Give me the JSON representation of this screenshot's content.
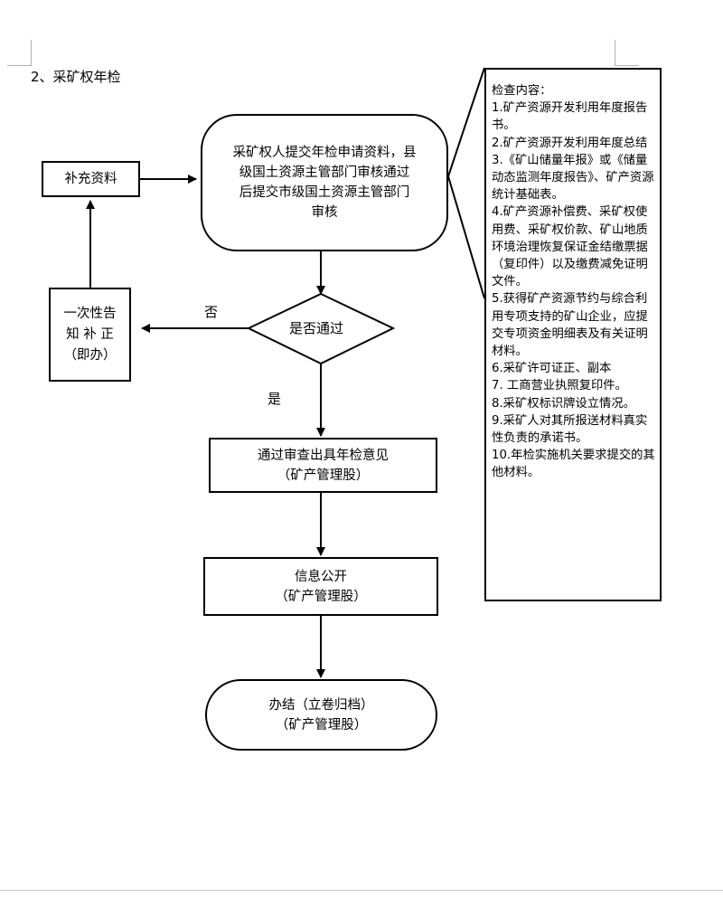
{
  "section_title": "2、采矿权年检",
  "nodes": {
    "apply": {
      "lines": [
        "采矿权人提交年检申请资料，县",
        "级国土资源主管部门审核通过",
        "后提交市级国土资源主管部门",
        "审核"
      ]
    },
    "supplement": {
      "label": "补充资料"
    },
    "notify": {
      "lines": [
        "一次性告",
        "知 补 正",
        "（即办）"
      ]
    },
    "decision": {
      "label": "是否通过"
    },
    "review": {
      "lines": [
        "通过审查出具年检意见",
        "（矿产管理股）"
      ]
    },
    "publish": {
      "lines": [
        "信息公开",
        "（矿产管理股）"
      ]
    },
    "finish": {
      "lines": [
        "办结（立卷归档）",
        "（矿产管理股）"
      ]
    }
  },
  "edge_labels": {
    "no": "否",
    "yes": "是"
  },
  "checklist": {
    "title": "检查内容：",
    "items": [
      "1.矿产资源开发利用年度报告书。",
      "2.矿产资源开发利用年度总结",
      "3.《矿山储量年报》或《储量动态监测年度报告》、矿产资源统计基础表。",
      "4.矿产资源补偿费、采矿权使用费、采矿权价款、矿山地质环境治理恢复保证金结缴票据（复印件）以及缴费减免证明文件。",
      "5.获得矿产资源节约与综合利用专项支持的矿山企业，应提交专项资金明细表及有关证明材料。",
      "6.采矿许可证正、副本",
      "7. 工商营业执照复印件。",
      "8.采矿权标识牌设立情况。",
      "9.采矿人对其所报送材料真实性负责的承诺书。",
      "10.年检实施机关要求提交的其他材料。"
    ]
  }
}
